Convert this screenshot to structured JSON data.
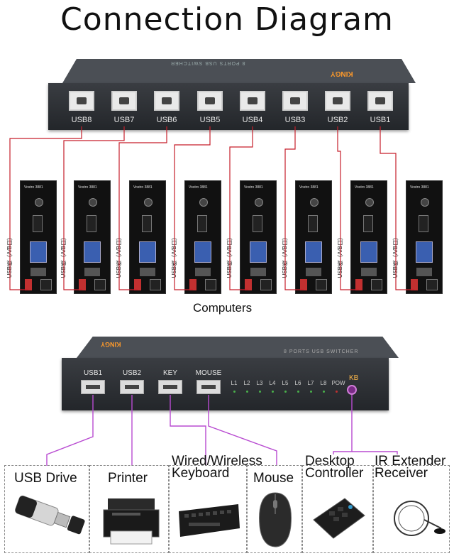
{
  "title": "Connection Diagram",
  "colors": {
    "usb_line": "#c61f2b",
    "port_line": "#b84bd1"
  },
  "switch_top": {
    "brand": "KINGY",
    "top_text": "8 PORTS USB SWITCHER",
    "ports": [
      "USB8",
      "USB7",
      "USB6",
      "USB5",
      "USB4",
      "USB3",
      "USB2",
      "USB1"
    ]
  },
  "computers": {
    "label": "Computers",
    "model": "Vostro 3881",
    "cable_label": "USB线（A/B口）"
  },
  "switch_front": {
    "brand": "KINGY",
    "top_text": "8 PORTS USB SWITCHER",
    "ports": [
      "USB1",
      "USB2",
      "KEY",
      "MOUSE"
    ],
    "leds": [
      "L1",
      "L2",
      "L3",
      "L4",
      "L5",
      "L6",
      "L7",
      "L8",
      "POW"
    ],
    "kb_label": "KB"
  },
  "peripherals": [
    {
      "label": "USB Drive",
      "icon": "usb-drive-icon"
    },
    {
      "label": "Printer",
      "icon": "printer-icon"
    },
    {
      "label": "Wired/Wireless Keyboard",
      "line1": "Wired/Wireless",
      "line2": "Keyboard",
      "icon": "keyboard-icon"
    },
    {
      "label": "Mouse",
      "icon": "mouse-icon"
    },
    {
      "label": "Desktop Controller",
      "line1": "Desktop",
      "line2": "Controller",
      "icon": "desktop-controller-icon"
    },
    {
      "label": "IR Extender Receiver",
      "line1": "IR Extender",
      "line2": "Receiver",
      "icon": "ir-receiver-icon"
    }
  ]
}
